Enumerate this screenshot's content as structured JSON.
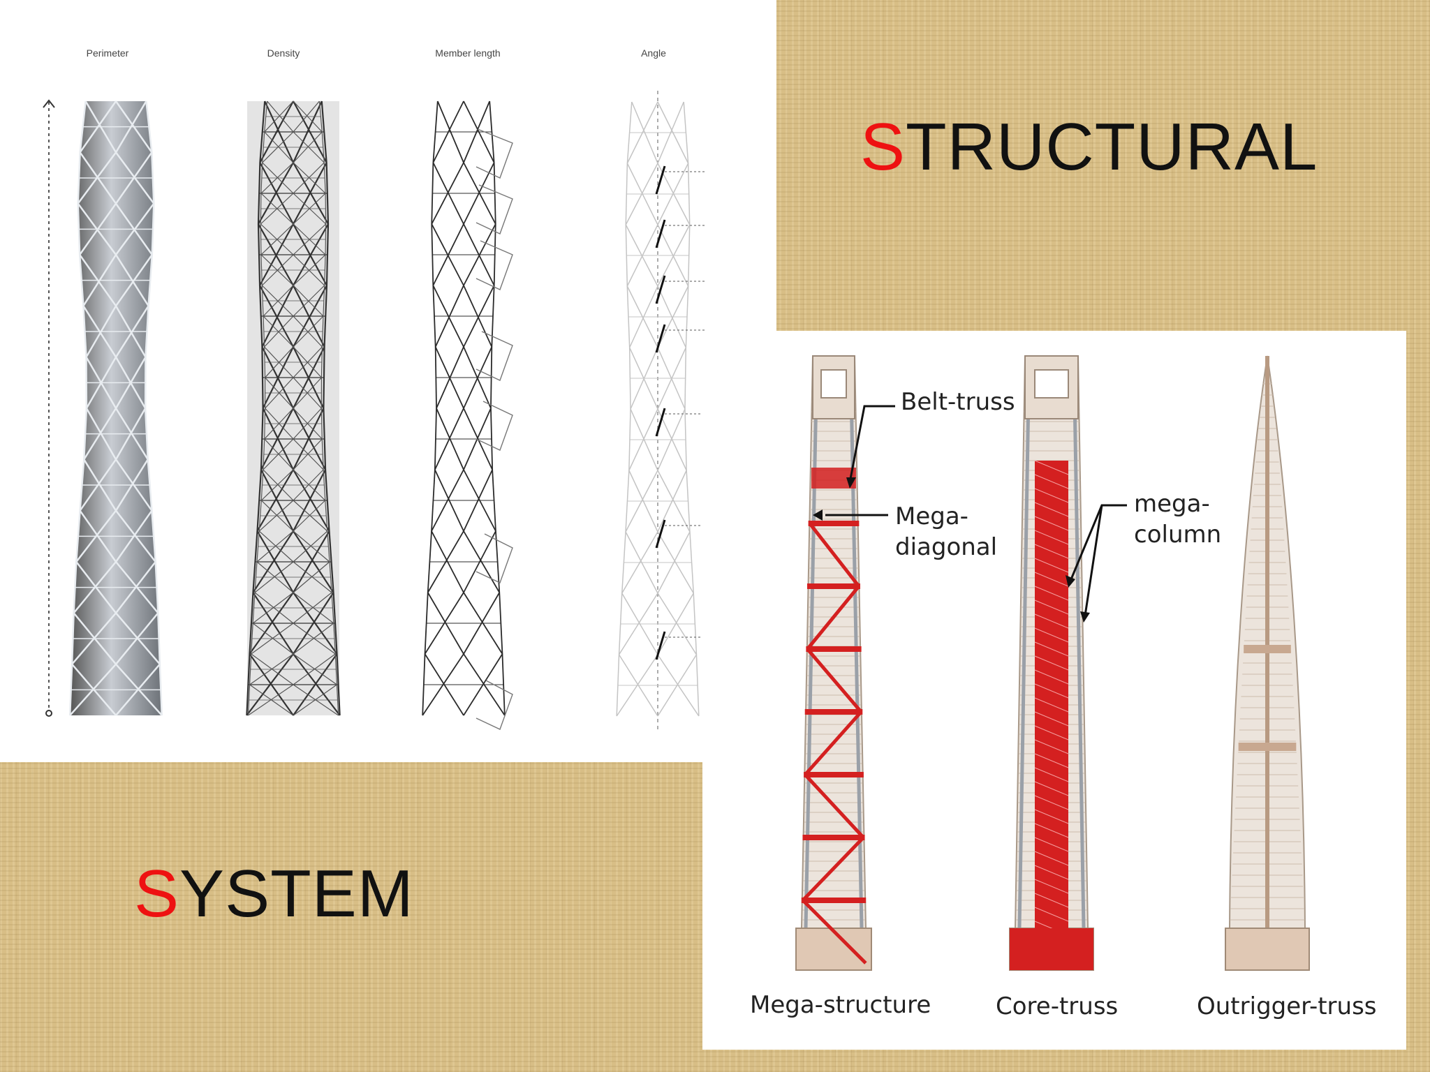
{
  "title": {
    "structural": {
      "first": "S",
      "rest": "TRUCTURAL"
    },
    "system": {
      "first": "S",
      "rest": "YSTEM"
    }
  },
  "diagram_left": {
    "column_labels": [
      "Perimeter",
      "Density",
      "Member length",
      "Angle"
    ]
  },
  "diagram_right": {
    "tower_labels": [
      "Mega-structure",
      "Core-truss",
      "Outrigger-truss"
    ],
    "annotations": {
      "belt_truss": "Belt-truss",
      "mega_diagonal_1": "Mega-",
      "mega_diagonal_2": "diagonal",
      "mega_column_1": "mega-",
      "mega_column_2": "column"
    }
  },
  "colors": {
    "accent_red": "#ee1111",
    "truss_red": "#d42020",
    "tower_beige": "#d9c2ad",
    "background_tan": "#d8be86"
  }
}
